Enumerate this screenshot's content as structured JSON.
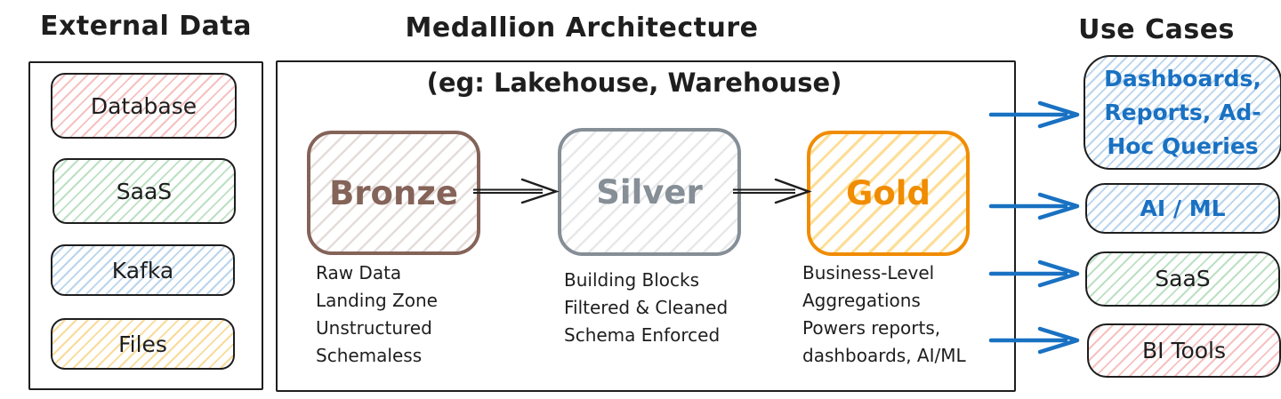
{
  "colors": {
    "ink": "#1e1e1e",
    "bronze": "#846358",
    "silver": "#868e96",
    "gold": "#f08c00",
    "blue_accent": "#1971c2",
    "hatch_red": "#e03131",
    "hatch_green": "#2f9e44",
    "hatch_blue": "#1971c2",
    "hatch_yellow": "#f0a500"
  },
  "external": {
    "title": "External Data",
    "items": [
      {
        "label": "Database",
        "fill": "red"
      },
      {
        "label": "SaaS",
        "fill": "green"
      },
      {
        "label": "Kafka",
        "fill": "blue"
      },
      {
        "label": "Files",
        "fill": "yellow"
      }
    ]
  },
  "medallion": {
    "title": "Medallion Architecture",
    "subtitle": "(eg: Lakehouse, Warehouse)",
    "stages": [
      {
        "name": "Bronze",
        "desc": [
          "Raw Data",
          "Landing Zone",
          "Unstructured",
          "Schemaless"
        ]
      },
      {
        "name": "Silver",
        "desc": [
          "Building Blocks",
          "Filtered & Cleaned",
          "Schema Enforced"
        ]
      },
      {
        "name": "Gold",
        "desc": [
          "Business-Level",
          "Aggregations",
          "Powers reports,",
          "dashboards, AI/ML"
        ]
      }
    ]
  },
  "use_cases": {
    "title": "Use Cases",
    "items": [
      {
        "lines": [
          "Dashboards,",
          "Reports, Ad-",
          "Hoc Queries"
        ],
        "text": "Dashboards, Reports, Ad-Hoc Queries",
        "fill": "blue",
        "text_color": "blue"
      },
      {
        "lines": [
          "AI / ML"
        ],
        "text": "AI / ML",
        "fill": "blue",
        "text_color": "blue"
      },
      {
        "lines": [
          "SaaS"
        ],
        "text": "SaaS",
        "fill": "green",
        "text_color": "ink"
      },
      {
        "lines": [
          "BI Tools"
        ],
        "text": "BI Tools",
        "fill": "red",
        "text_color": "ink"
      }
    ]
  }
}
